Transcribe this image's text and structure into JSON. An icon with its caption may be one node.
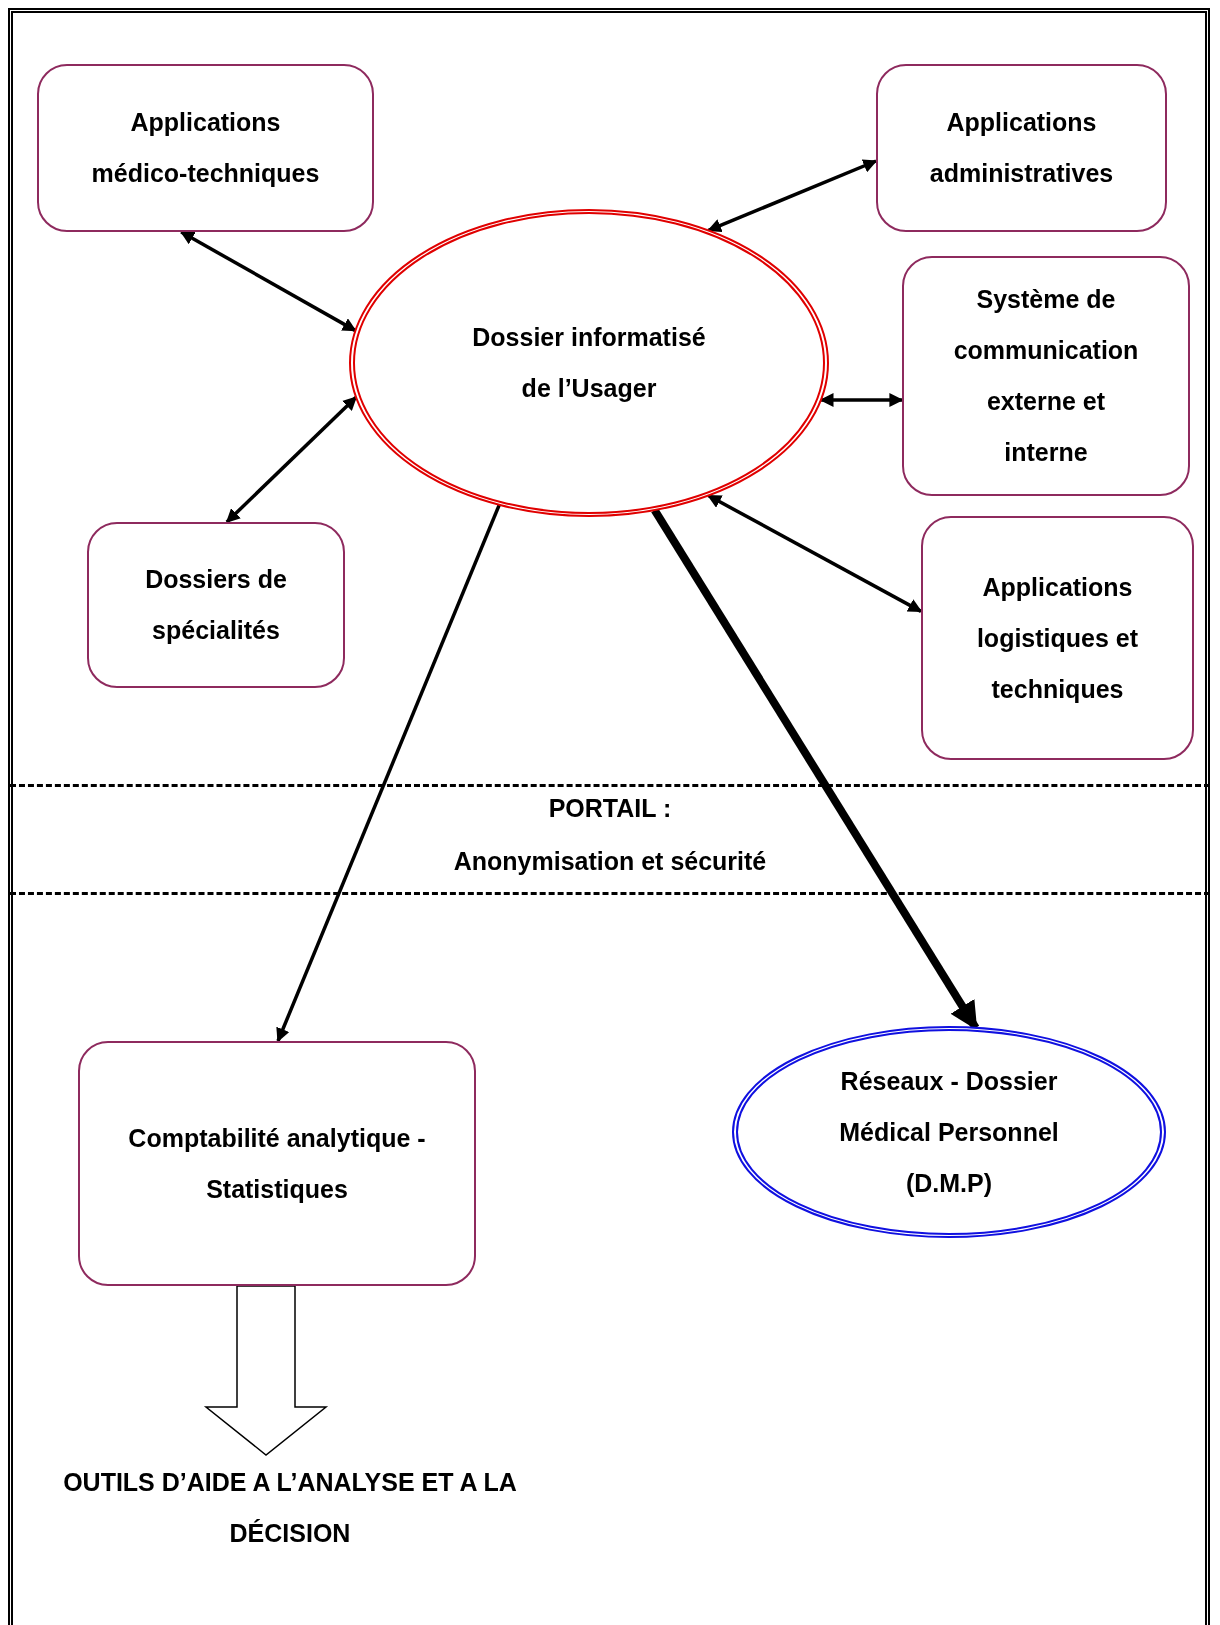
{
  "diagram": {
    "nodes": [
      {
        "text": [
          "Applications médico-techniques"
        ]
      },
      {
        "text": [
          "Applications administratives"
        ]
      },
      {
        "text": [
          "Dossier informatisé de l’Usager"
        ]
      },
      {
        "text": [
          "Système de communication externe et interne"
        ]
      },
      {
        "text": [
          "Dossiers de spécialités"
        ]
      },
      {
        "text": [
          "Applications logistiques et techniques"
        ]
      },
      {
        "text": [
          "Comptabilité analytique - Statistiques"
        ]
      },
      {
        "text": [
          "Réseaux - Dossier Médical Personnel (D.M.P)"
        ]
      },
      {
        "text": [
          "OUTILS D’AIDE A L’ANALYSE ET A LA DÉCISION"
        ]
      }
    ],
    "edges": [
      {
        "from": 0,
        "to": 2,
        "arrow": "both"
      },
      {
        "from": 1,
        "to": 2,
        "arrow": "both"
      },
      {
        "from": 3,
        "to": 2,
        "arrow": "both"
      },
      {
        "from": 4,
        "to": 2,
        "arrow": "both"
      },
      {
        "from": 5,
        "to": 2,
        "arrow": "both"
      },
      {
        "from": 2,
        "to": 6,
        "arrow": "to"
      },
      {
        "from": 2,
        "to": 7,
        "arrow": "to",
        "style": "thick"
      },
      {
        "from": 6,
        "to": 8,
        "arrow": "to"
      }
    ],
    "labels": [
      "PORTAIL :",
      "Anonymisation et sécurité"
    ]
  }
}
